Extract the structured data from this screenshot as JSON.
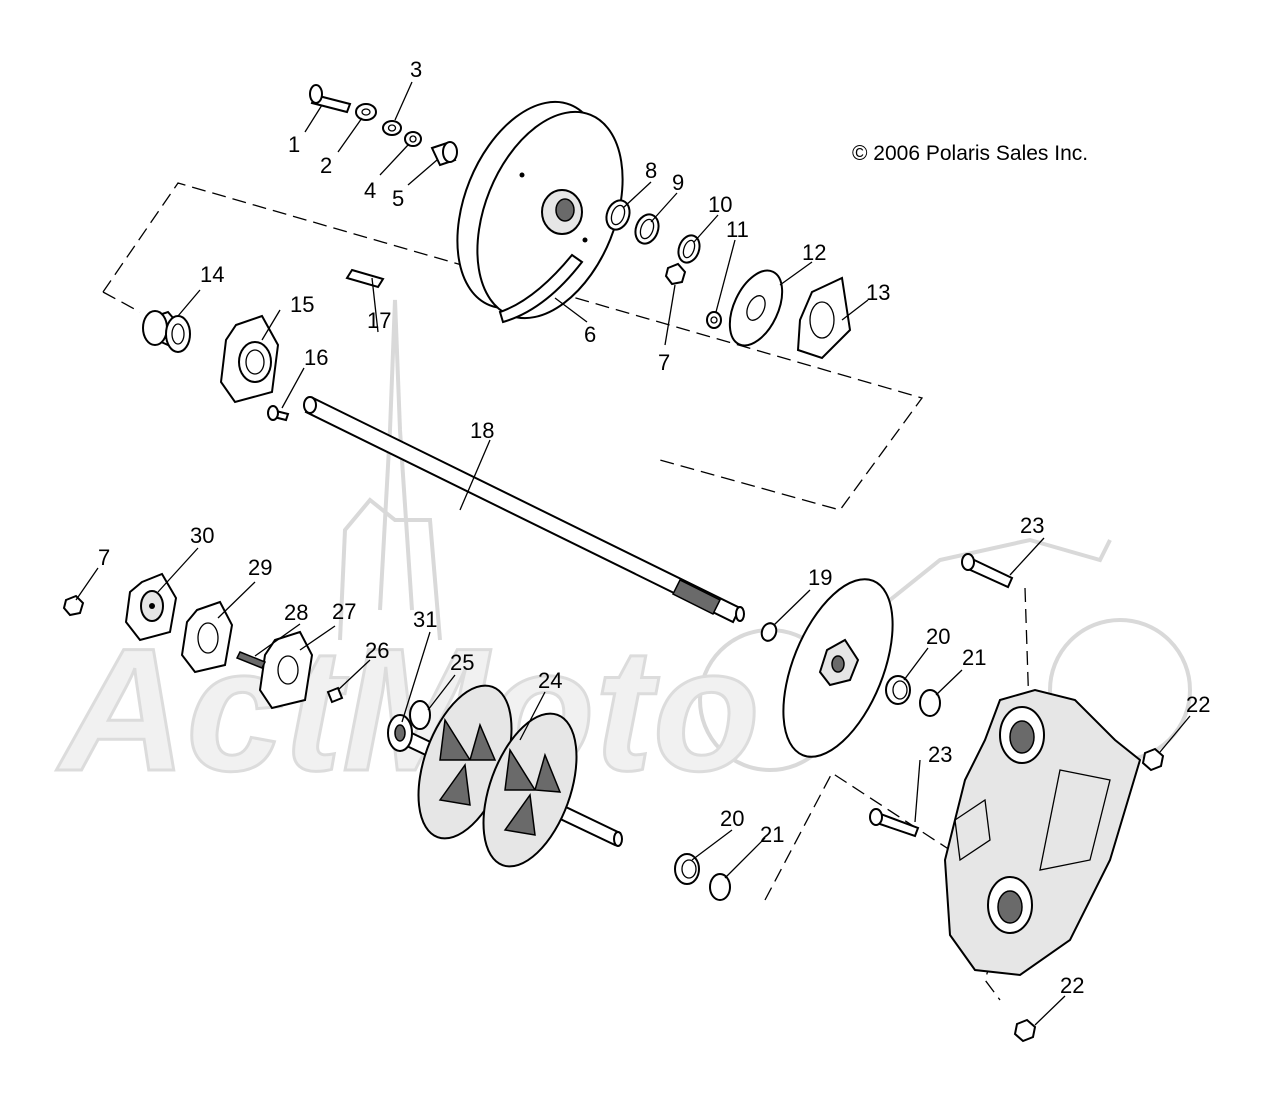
{
  "copyright": "© 2006 Polaris Sales Inc.",
  "watermark": "ActMoto",
  "callouts": {
    "c1": "1",
    "c2": "2",
    "c3": "3",
    "c4": "4",
    "c5": "5",
    "c6": "6",
    "c7a": "7",
    "c7b": "7",
    "c8": "8",
    "c9": "9",
    "c10": "10",
    "c11": "11",
    "c12": "12",
    "c13": "13",
    "c14": "14",
    "c15": "15",
    "c16": "16",
    "c17": "17",
    "c18": "18",
    "c19": "19",
    "c20a": "20",
    "c20b": "20",
    "c21a": "21",
    "c21b": "21",
    "c22a": "22",
    "c22b": "22",
    "c23a": "23",
    "c23b": "23",
    "c24": "24",
    "c25": "25",
    "c26": "26",
    "c27": "27",
    "c28": "28",
    "c29": "29",
    "c30": "30",
    "c31": "31"
  }
}
